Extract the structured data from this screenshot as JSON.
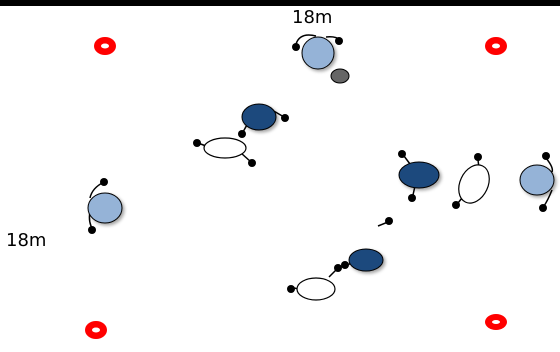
{
  "labels": {
    "field_width": "18m",
    "field_height": "18m"
  },
  "colors": {
    "top_bar": "#000000",
    "cone": "#ff0000",
    "team_light_blue": "#95b3d7",
    "team_dark_blue": "#1f497d",
    "neutral_white": "#ffffff",
    "ball": "#666666",
    "outline": "#000000"
  },
  "legend_items": [
    {
      "name": "cone-icon",
      "count": 4
    },
    {
      "name": "player-light-blue-icon",
      "count": 3
    },
    {
      "name": "player-dark-blue-icon",
      "count": 3
    },
    {
      "name": "player-white-icon",
      "count": 3
    },
    {
      "name": "ball-icon",
      "count": 1
    }
  ]
}
